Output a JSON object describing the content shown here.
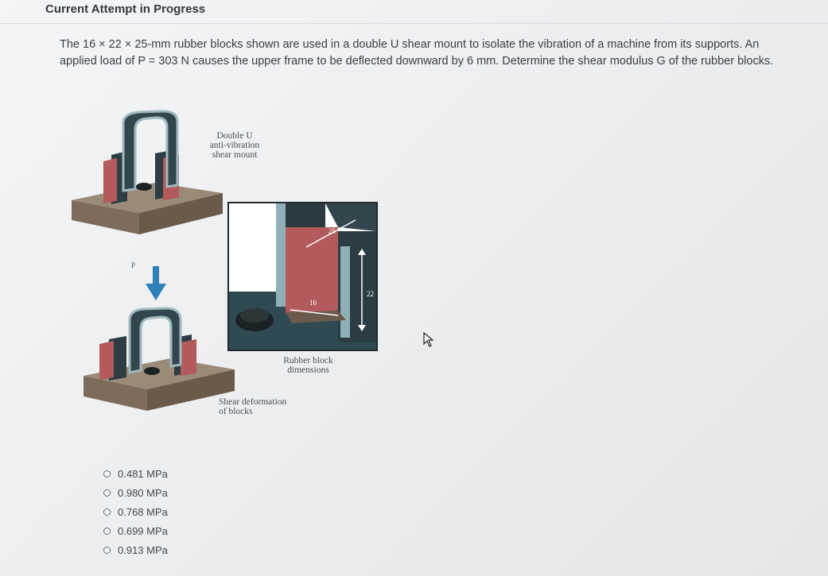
{
  "header": {
    "title": "Current Attempt in Progress"
  },
  "question": {
    "text": "The 16 × 22 × 25-mm rubber blocks shown are used in a double U shear mount to isolate the vibration of a machine from its supports. An applied load of P = 303 N causes the upper frame to be deflected downward by 6 mm. Determine the shear modulus G of the rubber blocks."
  },
  "figure": {
    "label_top": "Double U\nanti-vibration\nshear mount",
    "label_p": "P",
    "dim_25": "25",
    "dim_22": "22",
    "dim_16": "16",
    "label_block": "Rubber block\ndimensions",
    "label_shear": "Shear deformation\nof blocks"
  },
  "options": [
    {
      "label": "0.481 MPa"
    },
    {
      "label": "0.980 MPa"
    },
    {
      "label": "0.768 MPa"
    },
    {
      "label": "0.699 MPa"
    },
    {
      "label": "0.913 MPa"
    }
  ],
  "colors": {
    "rubber": "#b45a5c",
    "frame": "#2e3d44",
    "base": "#8a7a6a"
  }
}
